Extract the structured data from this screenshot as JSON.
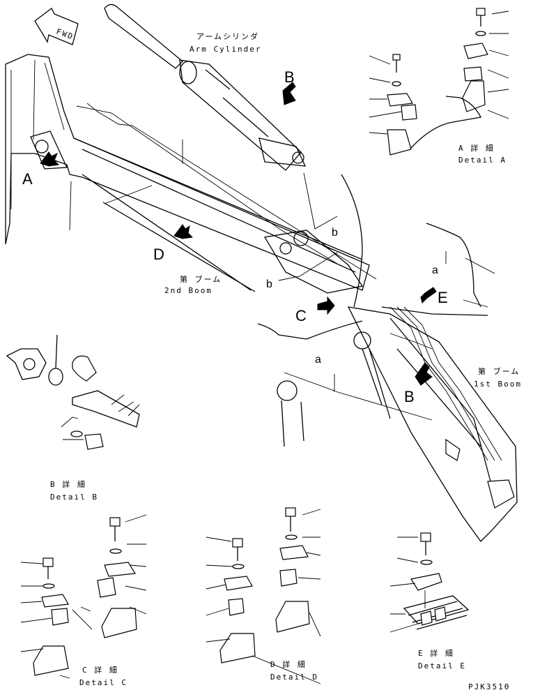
{
  "fwd": "FWD",
  "callouts": {
    "A": "A",
    "B_upper": "B",
    "B_lower": "B",
    "C": "C",
    "D": "D",
    "E": "E",
    "a_upper": "a",
    "a_lower": "a",
    "b_upper": "b",
    "b_lower": "b"
  },
  "labels": {
    "arm_cylinder_jp": "アームシリンダ",
    "arm_cylinder_en": "Arm Cylinder",
    "second_boom_jp": "第 ブーム",
    "second_boom_en": "2nd Boom",
    "first_boom_jp": "第 ブーム",
    "first_boom_en": "1st Boom"
  },
  "details": {
    "A": {
      "jp": "A 詳 細",
      "en": "Detail A"
    },
    "B": {
      "jp": "B 詳 細",
      "en": "Detail B"
    },
    "C": {
      "jp": "C 詳 細",
      "en": "Detail C"
    },
    "D": {
      "jp": "D 詳 細",
      "en": "Detail D"
    },
    "E": {
      "jp": "E 詳 細",
      "en": "Detail E"
    }
  },
  "drawing_code": "PJK3510"
}
